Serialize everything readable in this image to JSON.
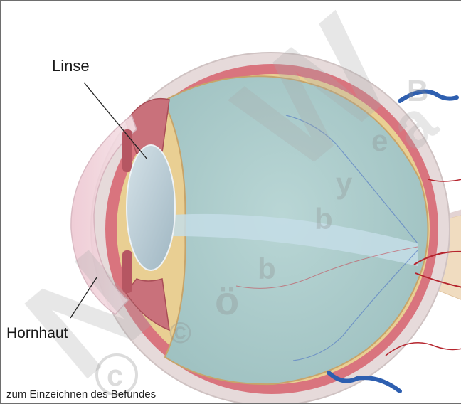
{
  "labels": {
    "lens": "Linse",
    "cornea": "Hornhaut"
  },
  "caption": "zum Einzeichnen des Befundes",
  "colors": {
    "sclera": "#e6dada",
    "choroid": "#d9747e",
    "retina": "#e9cf93",
    "vitreous": "#a9c9c9",
    "lens": "#b6c8d2",
    "vessel_blue": "#2e5fb0",
    "vessel_red": "#b5242d",
    "watermark": "#a9a9a9"
  }
}
